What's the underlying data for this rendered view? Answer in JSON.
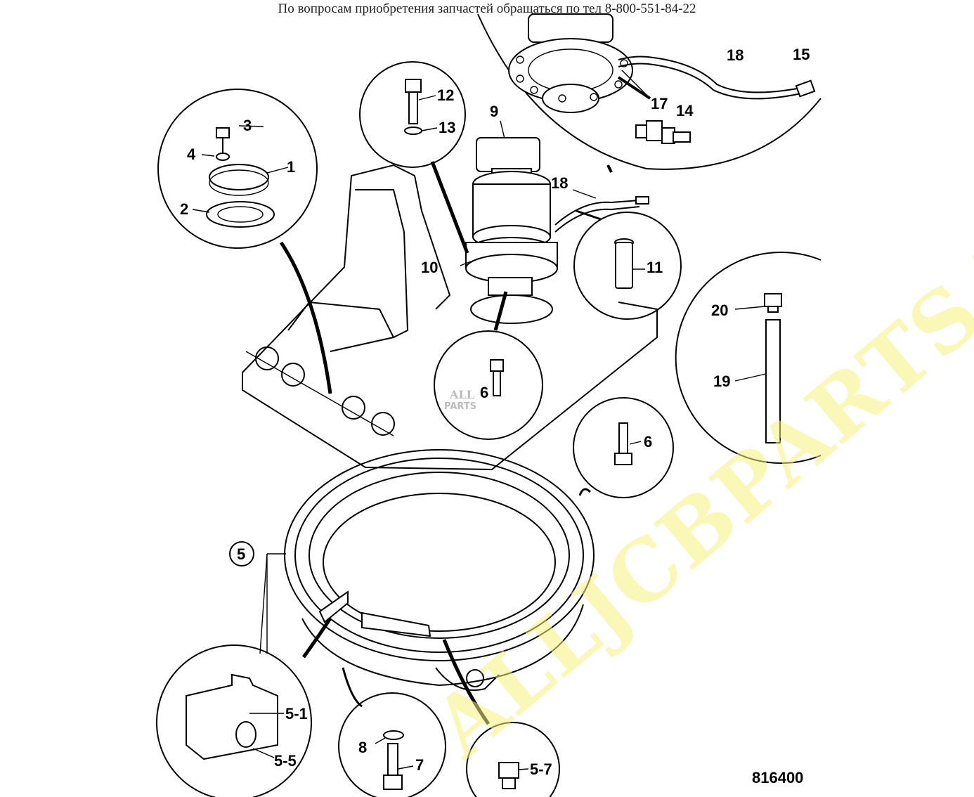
{
  "header": {
    "notice": "По вопросам приобретения запчастей обращаться по тел 8-800-551-84-22"
  },
  "watermark": {
    "text": "ALLJCBPARTS.RU",
    "color": "#f4f27a"
  },
  "inner_logo": {
    "line1": "ALL",
    "line2": "PARTS"
  },
  "drawing_number": "816400",
  "callouts": {
    "c1": "1",
    "c2": "2",
    "c3": "3",
    "c4": "4",
    "c5": "5",
    "c5_1": "5-1",
    "c5_5": "5-5",
    "c5_7": "5-7",
    "c6": "6",
    "c6b": "6",
    "c7": "7",
    "c8": "8",
    "c9": "9",
    "c10": "10",
    "c11": "11",
    "c12": "12",
    "c13": "13",
    "c14": "14",
    "c15": "15",
    "c17": "17",
    "c18a": "18",
    "c18b": "18",
    "c19": "19",
    "c20": "20"
  }
}
